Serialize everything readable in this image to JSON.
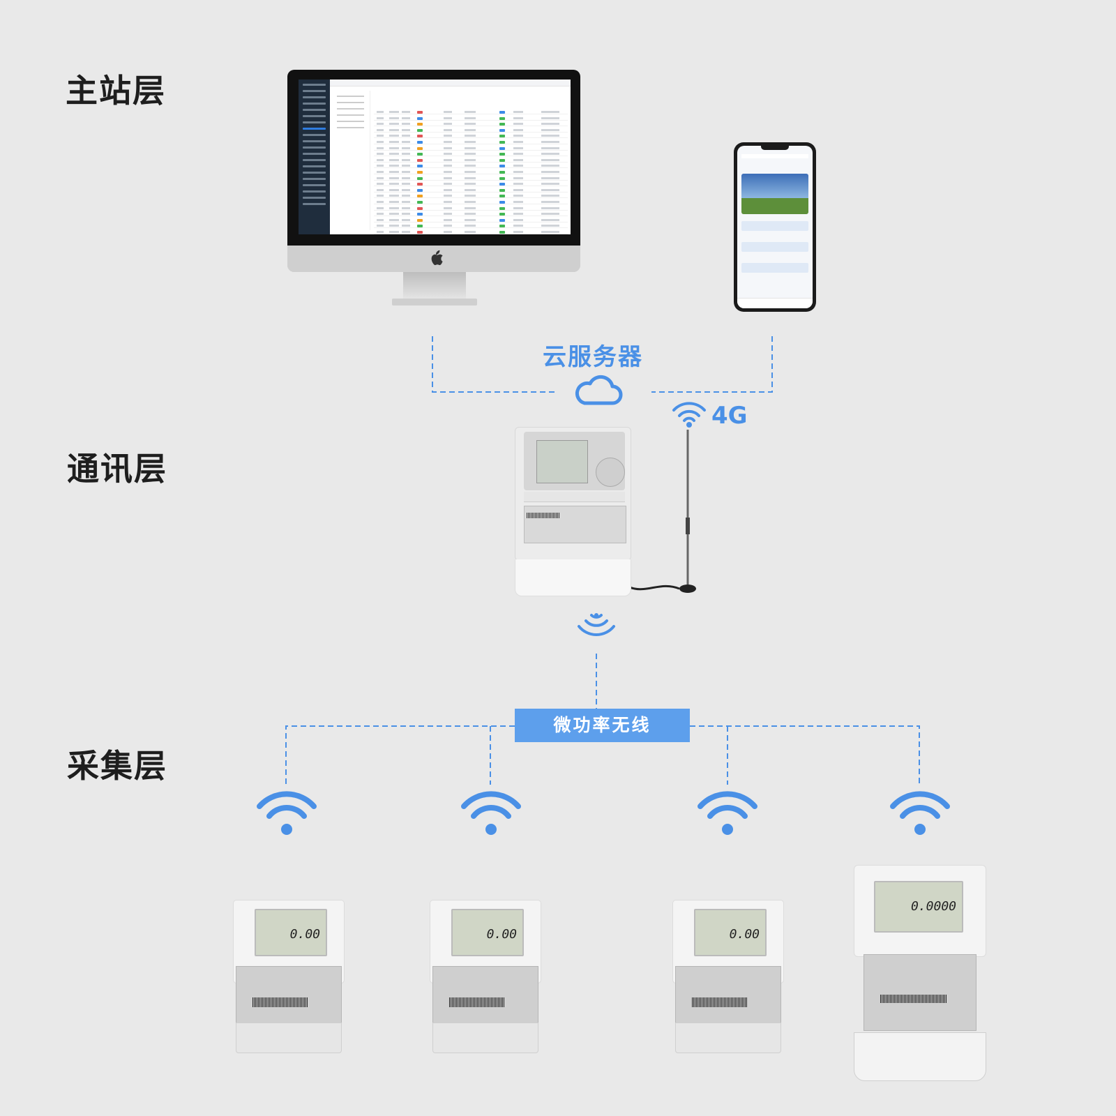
{
  "layers": {
    "master": "主站层",
    "comm": "通讯层",
    "collect": "采集层"
  },
  "cloud_label": "云服务器",
  "network_label": "4G",
  "micropower_label": "微功率无线",
  "meters": [
    {
      "reading": "0.00"
    },
    {
      "reading": "0.00"
    },
    {
      "reading": "0.00"
    },
    {
      "reading": "0.0000"
    }
  ],
  "icons": [
    "monitor-icon",
    "phone-icon",
    "cloud-icon",
    "signal-4g-icon",
    "wireless-icon",
    "wifi-icon"
  ],
  "colors": {
    "accent": "#4a90e6",
    "box": "#5d9fec",
    "background": "#e9e9e9",
    "text": "#1e1e1e"
  }
}
